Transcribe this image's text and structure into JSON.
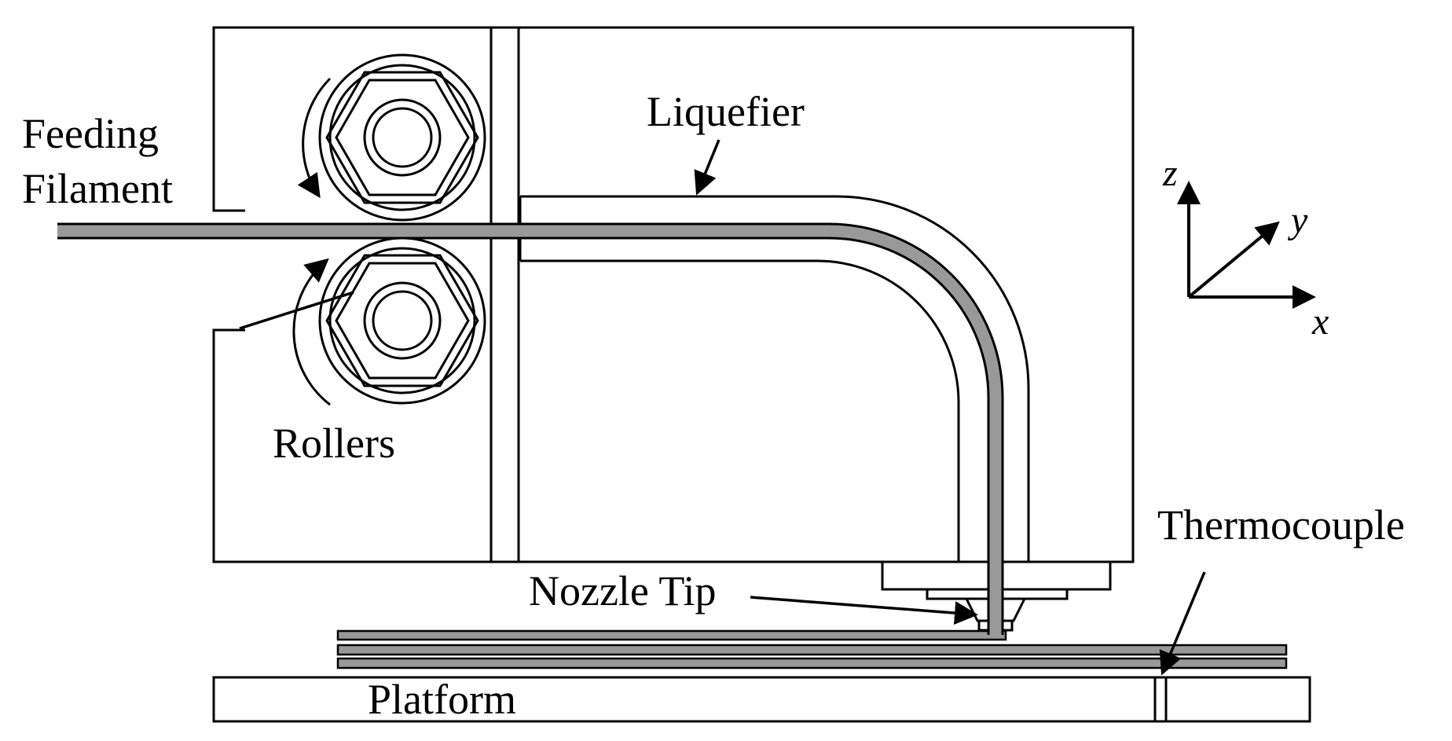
{
  "labels": {
    "feeding_line1": "Feeding",
    "feeding_line2": "Filament",
    "liquefier": "Liquefier",
    "rollers": "Rollers",
    "nozzle_tip": "Nozzle Tip",
    "thermocouple": "Thermocouple",
    "platform": "Platform"
  },
  "axes": {
    "z": "z",
    "y": "y",
    "x": "x"
  },
  "colors": {
    "line": "#000000",
    "filament": "#999999",
    "background": "#ffffff"
  }
}
